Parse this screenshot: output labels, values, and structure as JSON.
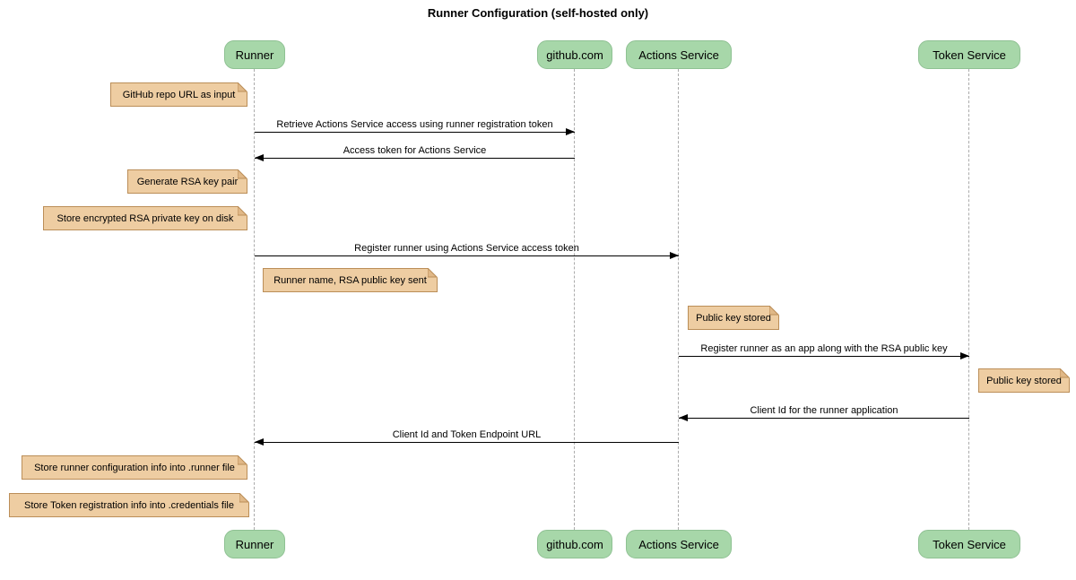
{
  "title": "Runner Configuration (self-hosted only)",
  "participants": [
    {
      "id": "runner",
      "label": "Runner"
    },
    {
      "id": "github",
      "label": "github.com"
    },
    {
      "id": "actions-service",
      "label": "Actions Service"
    },
    {
      "id": "token-service",
      "label": "Token Service"
    }
  ],
  "messages": [
    {
      "from": "Runner",
      "to": "github.com",
      "direction": "right",
      "label": "Retrieve Actions Service access using runner registration token"
    },
    {
      "from": "github.com",
      "to": "Runner",
      "direction": "left",
      "label": "Access token for Actions Service"
    },
    {
      "from": "Runner",
      "to": "Actions Service",
      "direction": "right",
      "label": "Register runner using Actions Service access token"
    },
    {
      "from": "Actions Service",
      "to": "Token Service",
      "direction": "right",
      "label": "Register runner as an app along with the RSA public key"
    },
    {
      "from": "Token Service",
      "to": "Actions Service",
      "direction": "left",
      "label": "Client Id for the runner application"
    },
    {
      "from": "Actions Service",
      "to": "Runner",
      "direction": "left",
      "label": "Client Id and Token Endpoint URL"
    }
  ],
  "notes": [
    {
      "anchor": "Runner",
      "side": "left",
      "label": "GitHub repo URL as input"
    },
    {
      "anchor": "Runner",
      "side": "left",
      "label": "Generate RSA key pair"
    },
    {
      "anchor": "Runner",
      "side": "left",
      "label": "Store encrypted RSA private key on disk"
    },
    {
      "anchor": "Runner",
      "side": "right",
      "label": "Runner name, RSA public key sent"
    },
    {
      "anchor": "Actions Service",
      "side": "right",
      "label": "Public key stored"
    },
    {
      "anchor": "Token Service",
      "side": "right",
      "label": "Public key stored"
    },
    {
      "anchor": "Runner",
      "side": "left",
      "label": "Store runner configuration info into .runner file"
    },
    {
      "anchor": "Runner",
      "side": "left",
      "label": "Store Token registration info into .credentials file"
    }
  ],
  "colors": {
    "participant_fill": "#A7D7A9",
    "participant_border": "#8FC193",
    "note_fill": "#EECDA2",
    "note_border": "#BB8E58",
    "note_fold": "#E0B887",
    "lifeline": "#ABABAB",
    "arrow": "#000000",
    "text": "#000000",
    "bg": "#FFFFFF"
  }
}
